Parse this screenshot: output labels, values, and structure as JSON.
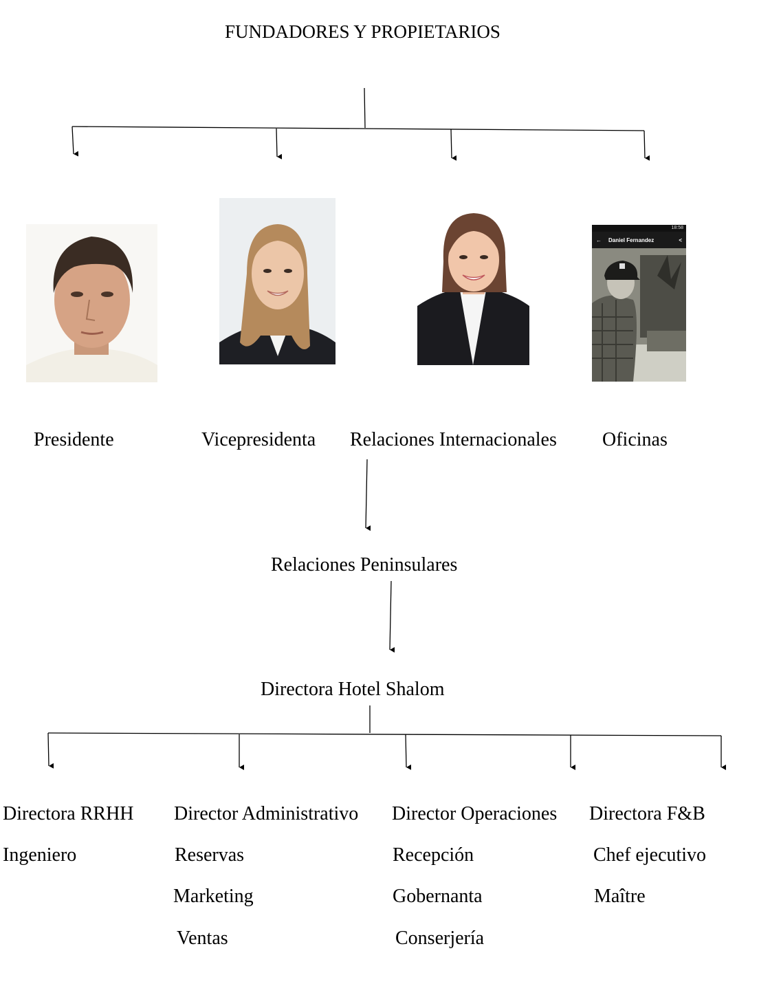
{
  "title": "FUNDADORES Y PROPIETARIOS",
  "founders": [
    {
      "role": "Presidente",
      "photo": "male-portrait-photo"
    },
    {
      "role": "Vicepresidenta",
      "photo": "female-portrait-photo"
    },
    {
      "role": "Relaciones Internacionales",
      "photo": "female-portrait-photo"
    },
    {
      "role": "Oficinas",
      "photo": "phone-screenshot-photo"
    }
  ],
  "phone_screen": {
    "contact_name": "Daniel Fernandez",
    "status_time": "18:58"
  },
  "level2": "Relaciones Peninsulares",
  "level3": "Directora Hotel Shalom",
  "departments": [
    {
      "head": "Directora RRHH",
      "items": [
        "Ingeniero"
      ]
    },
    {
      "head": "Director Administrativo",
      "items": [
        "Reservas",
        "Marketing",
        "Ventas"
      ]
    },
    {
      "head": "Director Operaciones",
      "items": [
        "Recepción",
        "Gobernanta",
        "Conserjería"
      ]
    },
    {
      "head": "Directora F&B",
      "items": [
        "Chef ejecutivo",
        "Maître"
      ]
    }
  ]
}
